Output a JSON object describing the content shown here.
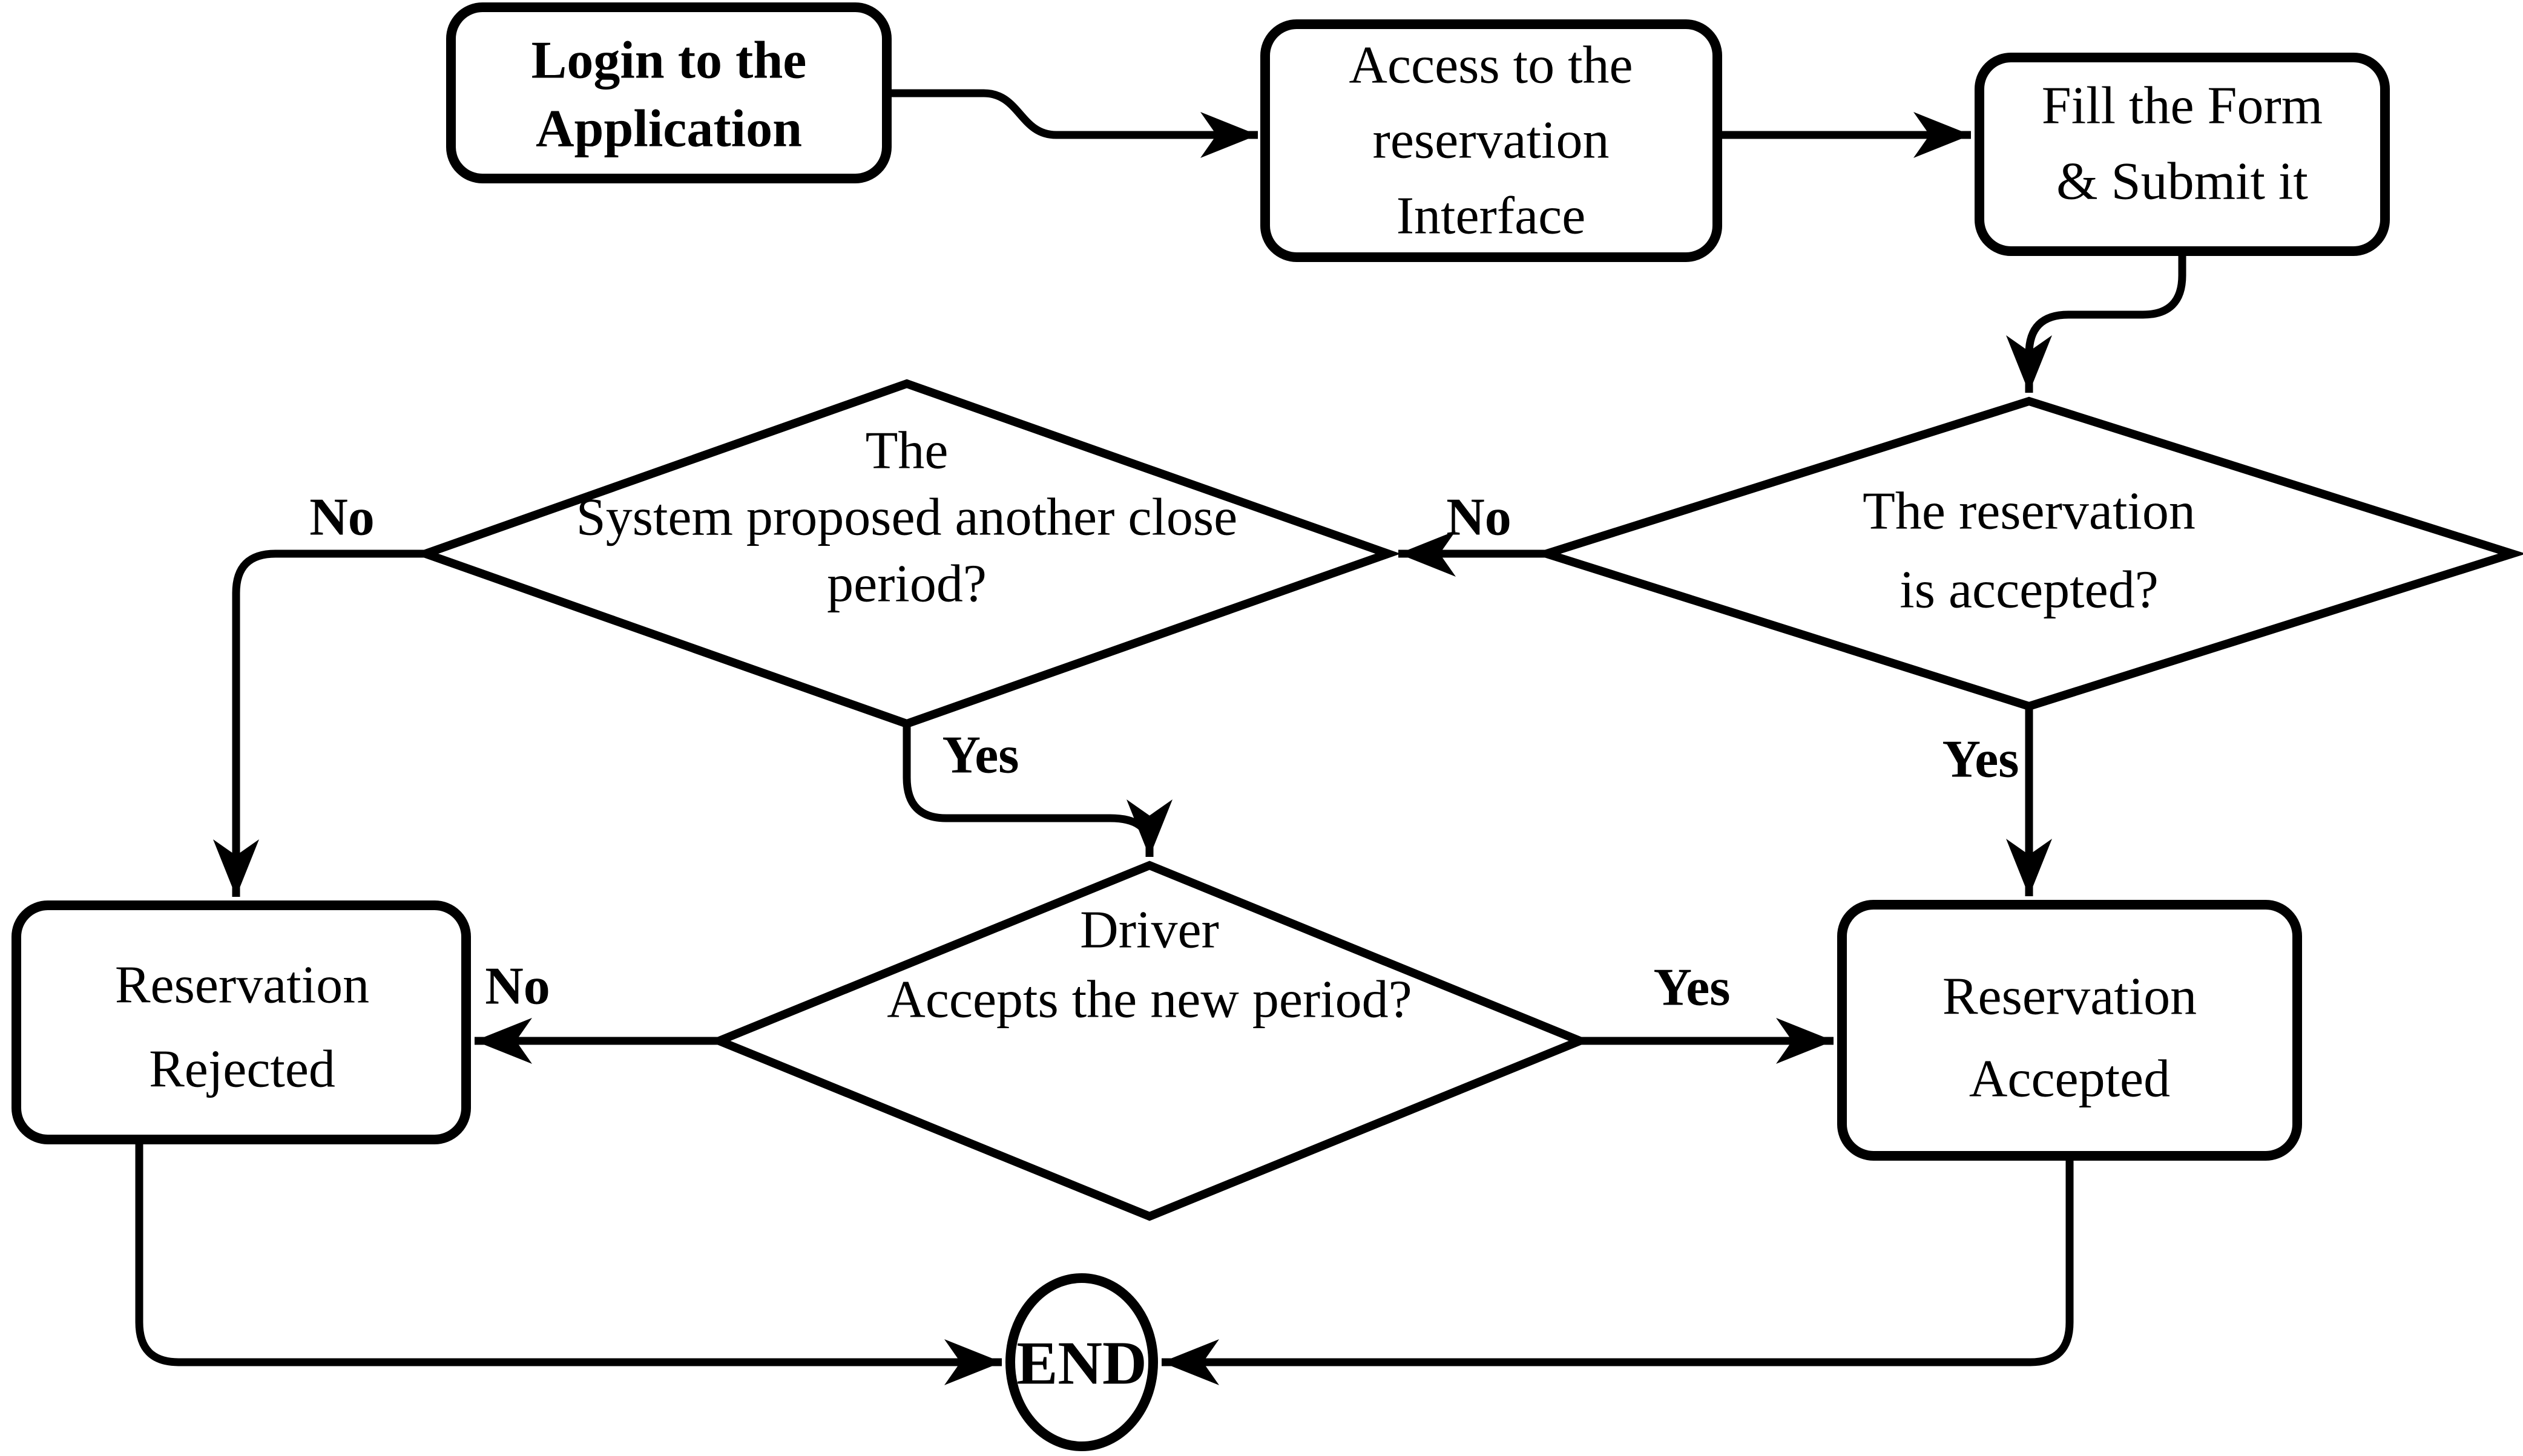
{
  "diagram": {
    "background_color": "#ffffff",
    "line_color": "#000000",
    "nodes": {
      "login": {
        "lines": [
          "Login to the",
          "Application"
        ]
      },
      "access_interface": {
        "lines": [
          "Access to the",
          "reservation",
          "Interface"
        ]
      },
      "fill_form": {
        "lines": [
          "Fill the Form",
          "& Submit it"
        ]
      },
      "reservation_accepted_q": {
        "lines": [
          "The reservation",
          "is accepted?"
        ]
      },
      "system_proposed_q": {
        "lines": [
          "The",
          "System proposed another close",
          "period?"
        ]
      },
      "driver_accepts_q": {
        "lines": [
          "Driver",
          "Accepts the new period?"
        ]
      },
      "reservation_rejected": {
        "lines": [
          "Reservation",
          "Rejected"
        ]
      },
      "reservation_accepted": {
        "lines": [
          "Reservation",
          "Accepted"
        ]
      },
      "end": {
        "label": "END"
      }
    },
    "edge_labels": {
      "reservation_accepted_no": "No",
      "reservation_accepted_yes": "Yes",
      "system_proposed_no": "No",
      "system_proposed_yes": "Yes",
      "driver_accepts_no": "No",
      "driver_accepts_yes": "Yes"
    }
  }
}
